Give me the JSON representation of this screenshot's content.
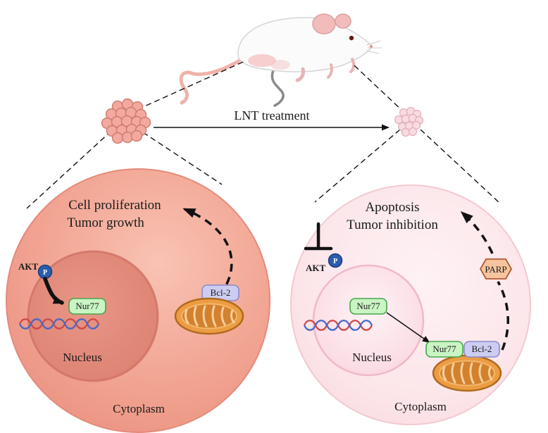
{
  "figure": {
    "treatment_label": "LNT treatment"
  },
  "left_cell": {
    "outcome_line1": "Cell proliferation",
    "outcome_line2": "Tumor growth",
    "akt_label": "AKT",
    "phospho_label": "P",
    "nur77_label": "Nur77",
    "nucleus_label": "Nucleus",
    "bcl2_label": "Bcl-2",
    "cytoplasm_label": "Cytoplasm"
  },
  "right_cell": {
    "outcome_line1": "Apoptosis",
    "outcome_line2": "Tumor inhibition",
    "akt_label": "AKT",
    "phospho_label": "P",
    "nur77_nucleus_label": "Nur77",
    "nucleus_label": "Nucleus",
    "nur77_mito_label": "Nur77",
    "bcl2_label": "Bcl-2",
    "parp_label": "PARP",
    "cytoplasm_label": "Cytoplasm"
  },
  "colors": {
    "nur77_fill": "#c9f4c4",
    "nur77_stroke": "#49a649",
    "bcl2_fill": "#cdcdf1",
    "bcl2_stroke": "#8a8ad0",
    "parp_fill": "#f6c49e",
    "parp_stroke": "#b25a33",
    "phospho_fill": "#2b5cad",
    "mitochondria_fill": "#ec9c43",
    "left_cell_fill": "#f2a695",
    "left_nucleus_fill": "#e18a7b",
    "right_cell_fill": "#fce7ea",
    "right_nucleus_fill": "#fbdce4",
    "arrow_color": "#111111"
  }
}
